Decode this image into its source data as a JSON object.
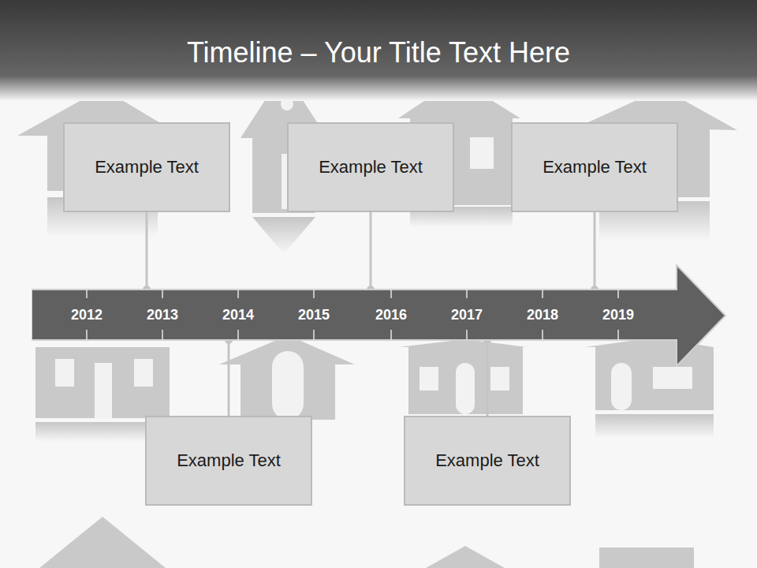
{
  "diagram": {
    "title": "Timeline – Your Title Text Here",
    "nodes": [
      {
        "text": [
          "Example Text"
        ]
      },
      {
        "text": [
          "Example Text"
        ]
      },
      {
        "text": [
          "Example Text"
        ]
      },
      {
        "text": [
          "2012",
          "2013",
          "2014",
          "2015",
          "2016",
          "2017",
          "2018",
          "2019"
        ]
      },
      {
        "text": [
          "Example Text"
        ]
      },
      {
        "text": [
          "Example Text"
        ]
      }
    ],
    "edges": [
      {
        "from": 0,
        "to": 3,
        "arrow": "none"
      },
      {
        "from": 1,
        "to": 3,
        "arrow": "none"
      },
      {
        "from": 2,
        "to": 3,
        "arrow": "none"
      },
      {
        "from": 4,
        "to": 3,
        "arrow": "none"
      },
      {
        "from": 5,
        "to": 3,
        "arrow": "none"
      }
    ]
  }
}
